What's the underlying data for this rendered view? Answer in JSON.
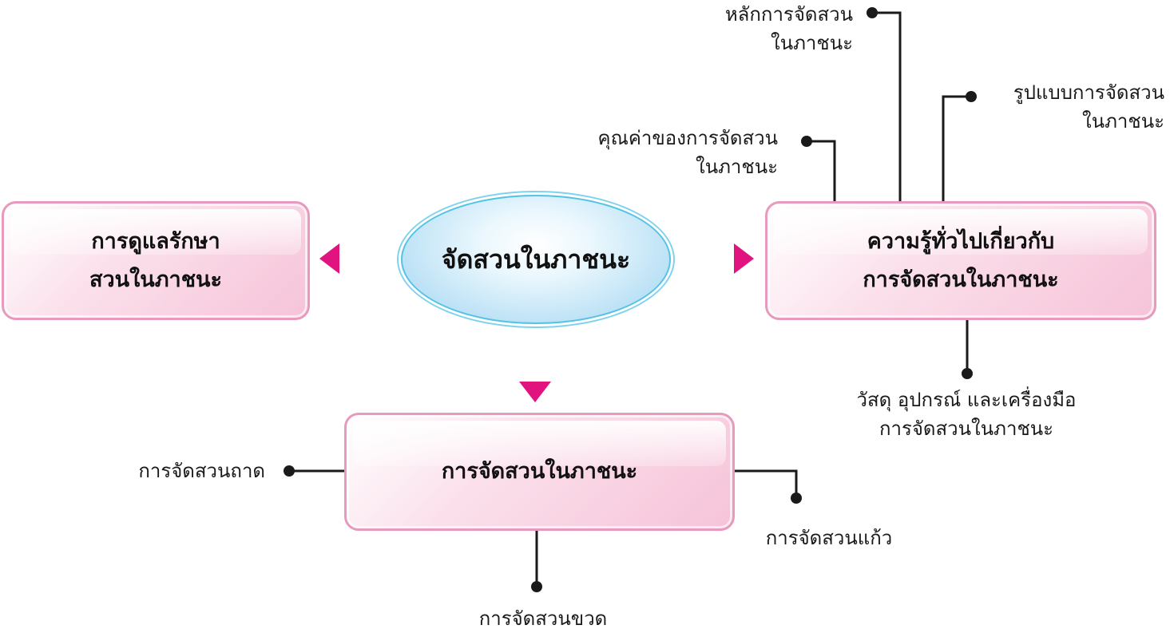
{
  "center": {
    "label": "จัดสวนในภาชนะ"
  },
  "boxes": {
    "left": {
      "label": "การดูแลรักษา\nสวนในภาชนะ"
    },
    "right": {
      "label": "ความรู้ทั่วไปเกี่ยวกับ\nการจัดสวนในภาชนะ"
    },
    "bottom": {
      "label": "การจัดสวนในภาชนะ"
    }
  },
  "leaves": {
    "principles": "หลักการจัดสวน\nในภาชนะ",
    "patterns": "รูปแบบการจัดสวน\nในภาชนะ",
    "value": "คุณค่าของการจัดสวน\nในภาชนะ",
    "materials": "วัสดุ อุปกรณ์ และเครื่องมือ\nการจัดสวนในภาชนะ",
    "tray": "การจัดสวนถาด",
    "glass": "การจัดสวนแก้ว",
    "bottle": "การจัดสวนขวด"
  },
  "colors": {
    "arrow": "#e0137f",
    "line": "#1a1a1a",
    "box_border": "#e79abd",
    "ellipse_border": "#55c3e6"
  }
}
